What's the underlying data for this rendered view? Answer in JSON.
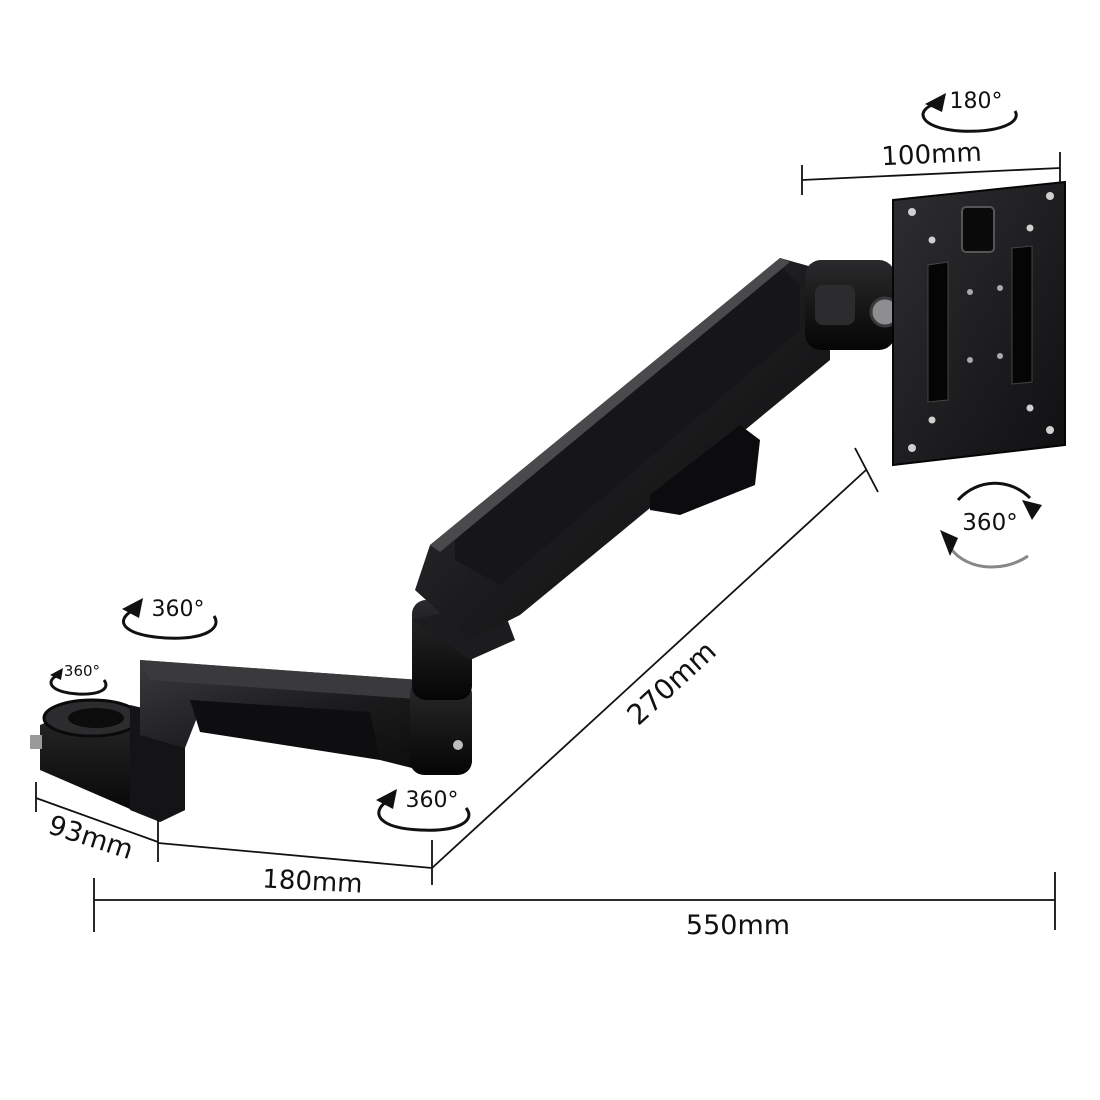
{
  "colors": {
    "background": "#ffffff",
    "dimension_line": "#111111",
    "arm_body": "#1c1c1e",
    "arm_highlight": "#3a3a3c",
    "arm_shadow": "#0a0a0a",
    "rotation_arrow": "#111111"
  },
  "dimensions": {
    "plate_width": "100mm",
    "upper_arm_length": "270mm",
    "lower_arm_length": "180mm",
    "base_width": "93mm",
    "total_length": "550mm"
  },
  "rotations": {
    "plate_tilt": "180°",
    "plate_rotate": "360°",
    "elbow_top": "360°",
    "elbow_bottom": "360°",
    "clamp": "360°"
  },
  "icons": {
    "rotation": "rotation-arrow-icon",
    "screw": "screw-icon"
  }
}
